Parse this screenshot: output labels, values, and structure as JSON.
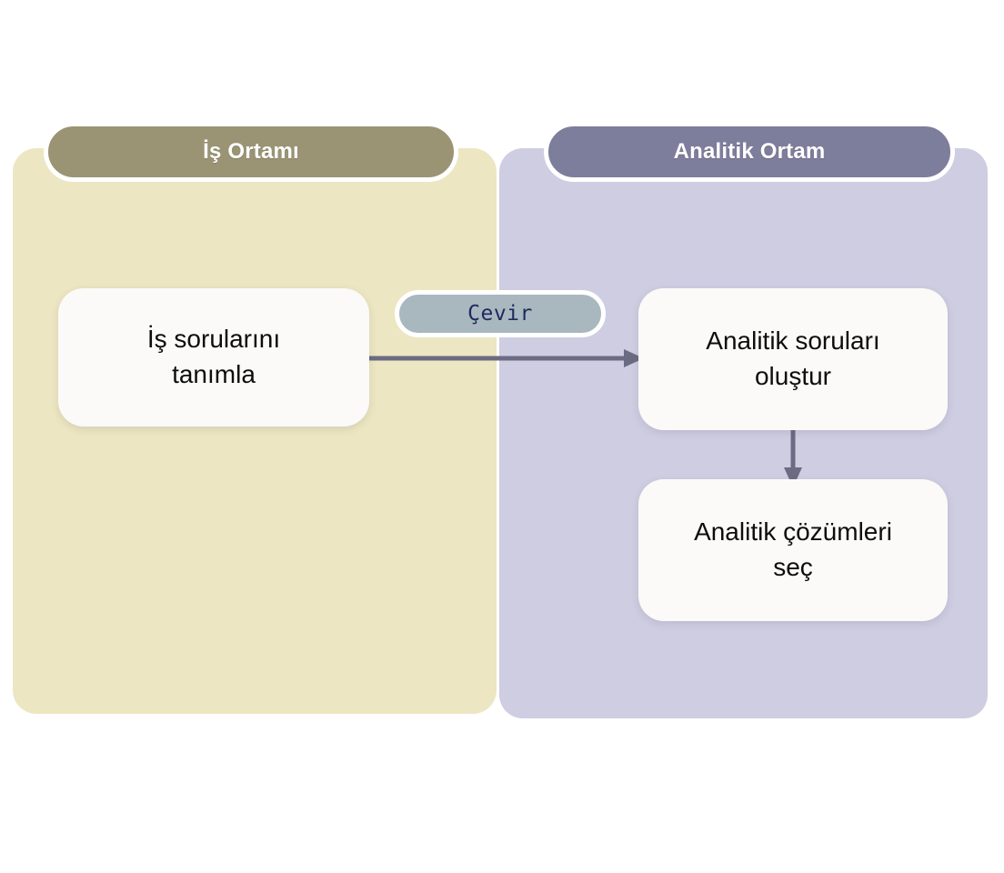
{
  "diagram": {
    "type": "swimlane-flowchart",
    "background_color": "#ffffff",
    "lanes": [
      {
        "id": "business",
        "title": "İş Ortamı",
        "header_color": "#9a9475",
        "panel_color": "#ece6c2",
        "steps": [
          {
            "id": "define-business-questions",
            "line1": "İş sorularını",
            "line2": "tanımla"
          }
        ]
      },
      {
        "id": "analytics",
        "title": "Analitik Ortam",
        "header_color": "#7d7d9c",
        "panel_color": "#cfcde2",
        "steps": [
          {
            "id": "create-analytics-questions",
            "line1": "Analitik soruları",
            "line2": "oluştur"
          },
          {
            "id": "select-analytics-solutions",
            "line1": "Analitik çözümleri",
            "line2": "seç"
          }
        ]
      }
    ],
    "edges": [
      {
        "id": "translate",
        "label": "Çevir",
        "from": "define-business-questions",
        "to": "create-analytics-questions",
        "direction": "right",
        "label_fill": "#a9b7bf",
        "label_text_color": "#1c2a5e",
        "arrow_color": "#6b6b83"
      },
      {
        "id": "to-solutions",
        "label": "",
        "from": "create-analytics-questions",
        "to": "select-analytics-solutions",
        "direction": "down",
        "arrow_color": "#6b6b83"
      }
    ]
  }
}
